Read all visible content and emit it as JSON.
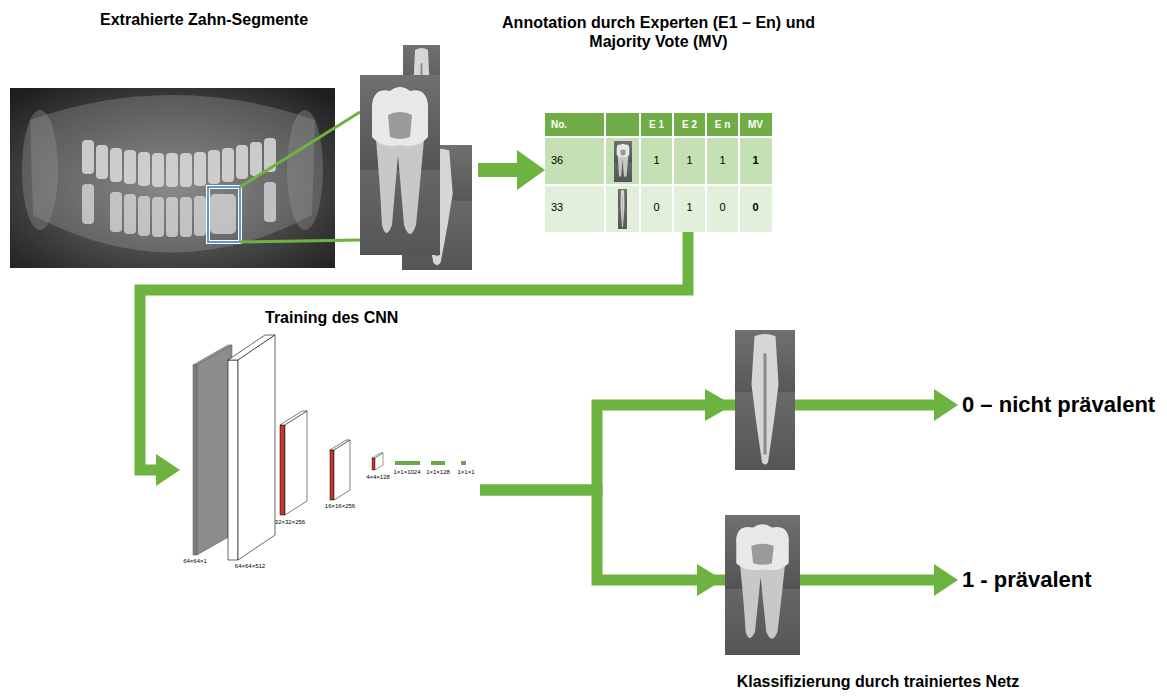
{
  "diagram": {
    "nodes": [
      {
        "text": [
          "Extrahierte Zahn-Segmente"
        ]
      },
      {
        "text": [
          "Annotation durch Experten (E1 – En) und Majority Vote (MV)"
        ]
      },
      {
        "text": [
          "64×64×1",
          "64×64×512",
          "32×32×256",
          "16×16×256",
          "4×4×128",
          "1×1×1024",
          "1×1×128",
          "1×1×1"
        ]
      },
      {
        "text": [
          "0 – nicht prävalent"
        ]
      },
      {
        "text": [
          "1 - prävalent"
        ]
      }
    ],
    "edges": [
      {
        "from": 0,
        "to": 1,
        "arrow": "to"
      },
      {
        "from": 1,
        "to": 2,
        "arrow": "to",
        "label": "Training des CNN"
      },
      {
        "from": 2,
        "to": 3,
        "arrow": "to"
      },
      {
        "from": 2,
        "to": 4,
        "arrow": "to"
      }
    ],
    "labels": [
      "No.",
      "E 1",
      "E 2",
      "E n",
      "MV",
      "36",
      "1",
      "1",
      "1",
      "1",
      "33",
      "0",
      "1",
      "0",
      "0",
      "Klassifizierung durch trainiertes Netz"
    ]
  }
}
